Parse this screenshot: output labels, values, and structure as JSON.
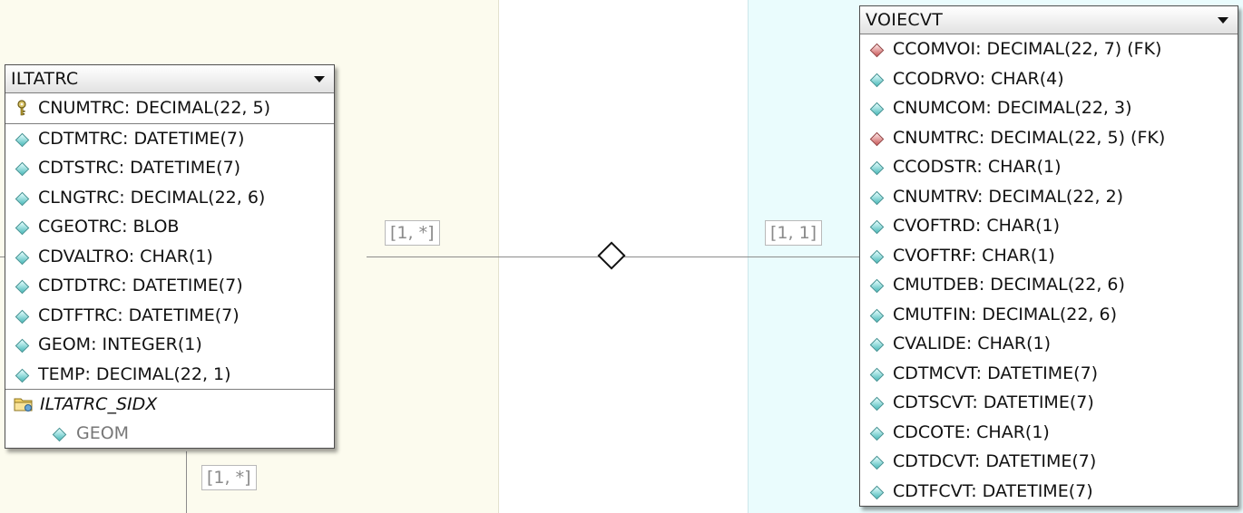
{
  "relationship": {
    "left_multiplicity": "[1, *]",
    "right_multiplicity": "[1, 1]",
    "bottom_multiplicity": "[1, *]"
  },
  "tables": {
    "iltatrc": {
      "name": "ILTATRC",
      "primary_key": "CNUMTRC: DECIMAL(22, 5)",
      "columns": [
        "CDTMTRC: DATETIME(7)",
        "CDTSTRC: DATETIME(7)",
        "CLNGTRC: DECIMAL(22, 6)",
        "CGEOTRC: BLOB",
        "CDVALTRO: CHAR(1)",
        "CDTDTRC: DATETIME(7)",
        "CDTFTRC: DATETIME(7)",
        "GEOM: INTEGER(1)",
        "TEMP: DECIMAL(22, 1)"
      ],
      "index": {
        "name": "ILTATRC_SIDX",
        "columns": [
          "GEOM"
        ]
      }
    },
    "voiecvt": {
      "name": "VOIECVT",
      "columns": [
        {
          "text": "CCOMVOI: DECIMAL(22, 7) (FK)",
          "fk": true
        },
        {
          "text": "CCODRVO: CHAR(4)",
          "fk": false
        },
        {
          "text": "CNUMCOM: DECIMAL(22, 3)",
          "fk": false
        },
        {
          "text": "CNUMTRC: DECIMAL(22, 5) (FK)",
          "fk": true
        },
        {
          "text": "CCODSTR: CHAR(1)",
          "fk": false
        },
        {
          "text": "CNUMTRV: DECIMAL(22, 2)",
          "fk": false
        },
        {
          "text": "CVOFTRD: CHAR(1)",
          "fk": false
        },
        {
          "text": "CVOFTRF: CHAR(1)",
          "fk": false
        },
        {
          "text": "CMUTDEB: DECIMAL(22, 6)",
          "fk": false
        },
        {
          "text": "CMUTFIN: DECIMAL(22, 6)",
          "fk": false
        },
        {
          "text": "CVALIDE: CHAR(1)",
          "fk": false
        },
        {
          "text": "CDTMCVT: DATETIME(7)",
          "fk": false
        },
        {
          "text": "CDTSCVT: DATETIME(7)",
          "fk": false
        },
        {
          "text": "CDCOTE: CHAR(1)",
          "fk": false
        },
        {
          "text": "CDTDCVT: DATETIME(7)",
          "fk": false
        },
        {
          "text": "CDTFCVT: DATETIME(7)",
          "fk": false
        }
      ]
    }
  },
  "colors": {
    "left_region_bg": "#fcfbee",
    "right_region_bg": "#eafcfd",
    "column_icon": "#49b9b9",
    "fk_icon": "#c95757"
  }
}
